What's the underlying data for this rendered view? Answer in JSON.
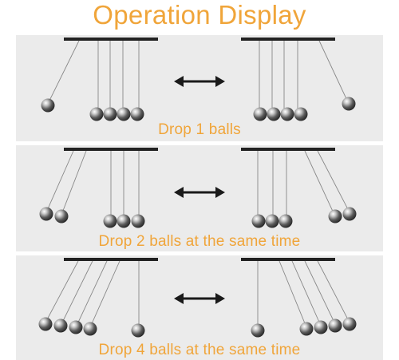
{
  "title": "Operation Display",
  "accent_color": "#f0a53a",
  "panels": [
    {
      "caption": "Drop 1 balls",
      "balls_dropped": 1
    },
    {
      "caption": "Drop 2 balls at the same time",
      "balls_dropped": 2
    },
    {
      "caption": "Drop 4 balls at the same time",
      "balls_dropped": 4
    }
  ],
  "arrow_icon": "double-headed-arrow"
}
